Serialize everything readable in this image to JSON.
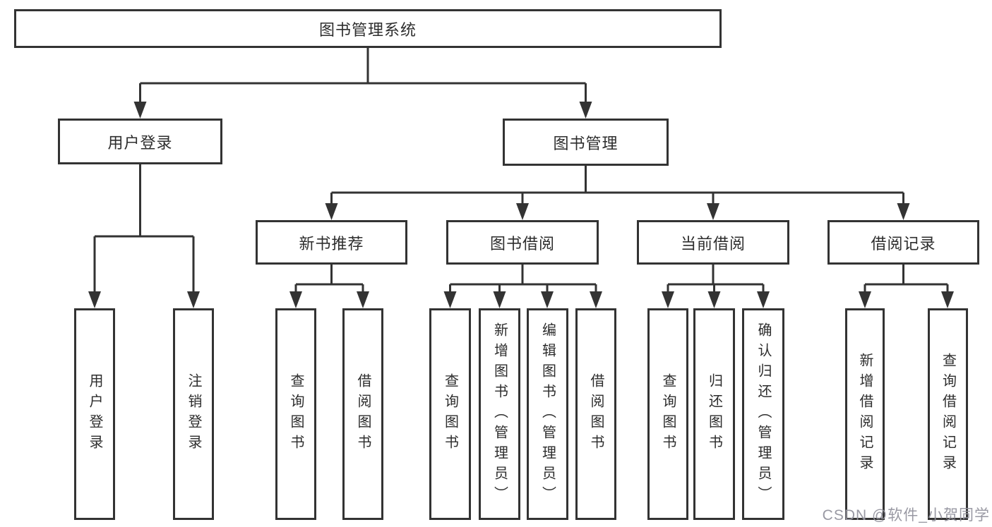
{
  "nodes": {
    "root": "图书管理系统",
    "user_login": "用户登录",
    "book_mgmt": "图书管理",
    "new_book_rec": "新书推荐",
    "book_borrow": "图书借阅",
    "current_borrow": "当前借阅",
    "borrow_record": "借阅记录",
    "ul_login": "用户登录",
    "ul_logout": "注销登录",
    "nbr_query": "查询图书",
    "nbr_borrow": "借阅图书",
    "bb_query": "查询图书",
    "bb_add": "新增图书（管理员）",
    "bb_edit": "编辑图书（管理员）",
    "bb_borrow": "借阅图书",
    "cb_query": "查询图书",
    "cb_return": "归还图书",
    "cb_confirm": "确认归还（管理员）",
    "br_add": "新增借阅记录",
    "br_query": "查询借阅记录"
  },
  "hierarchy": {
    "图书管理系统": {
      "用户登录": [
        "用户登录",
        "注销登录"
      ],
      "图书管理": {
        "新书推荐": [
          "查询图书",
          "借阅图书"
        ],
        "图书借阅": [
          "查询图书",
          "新增图书（管理员）",
          "编辑图书（管理员）",
          "借阅图书"
        ],
        "当前借阅": [
          "查询图书",
          "归还图书",
          "确认归还（管理员）"
        ],
        "借阅记录": [
          "新增借阅记录",
          "查询借阅记录"
        ]
      }
    }
  },
  "watermark": "CSDN @软件_小贺同学",
  "colors": {
    "line": "#333333",
    "text": "#2d2d2d",
    "watermark": "#94949e",
    "background": "#ffffff"
  }
}
